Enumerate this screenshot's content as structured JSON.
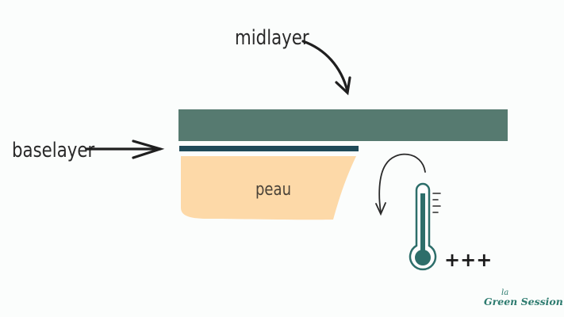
{
  "labels": {
    "midlayer": "midlayer",
    "baselayer": "baselayer",
    "skin": "peau",
    "heat": "+++"
  },
  "brand": {
    "small": "la",
    "name": "Green Session"
  },
  "colors": {
    "midlayer": "#567a70",
    "baselayer": "#1f4a58",
    "skin": "#fdd9a8",
    "thermometer": "#2d6e6a",
    "brand": "#2d7b6f",
    "ink": "#2a2a2a"
  },
  "icons": {
    "thermometer": "thermometer-icon",
    "return_arrow": "curved-arrow-icon"
  }
}
